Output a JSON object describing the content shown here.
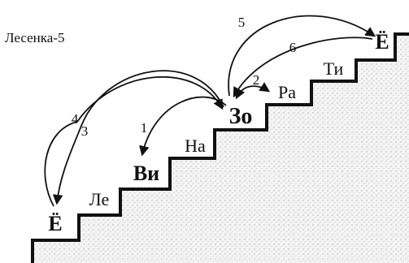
{
  "title": "Лесенка-5",
  "steps": [
    {
      "label": "Ё",
      "bold": true
    },
    {
      "label": "Ле",
      "bold": false
    },
    {
      "label": "Ви",
      "bold": true
    },
    {
      "label": "На",
      "bold": false
    },
    {
      "label": "Зо",
      "bold": true
    },
    {
      "label": "Ра",
      "bold": false
    },
    {
      "label": "Ти",
      "bold": false
    },
    {
      "label": "Ё",
      "bold": true
    }
  ],
  "arrows": [
    {
      "number": "1",
      "from": "Зо",
      "to": "Ви"
    },
    {
      "number": "2",
      "from": "Зо",
      "to": "Ра"
    },
    {
      "number": "3",
      "from": "Зо",
      "to": "Ё"
    },
    {
      "number": "4",
      "from": "Ё",
      "to": "Зо"
    },
    {
      "number": "5",
      "from": "Зо",
      "to": "Ё"
    },
    {
      "number": "6",
      "from": "Ё",
      "to": "Зо"
    }
  ],
  "colors": {
    "ink": "#111111",
    "fill": "#ececec",
    "paper": "#ffffff"
  }
}
